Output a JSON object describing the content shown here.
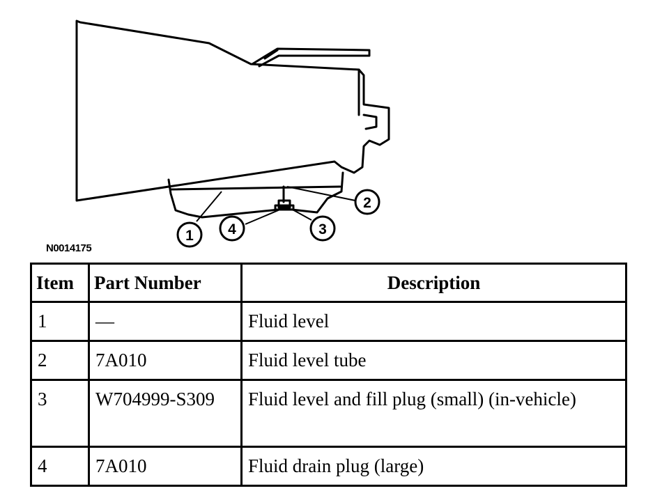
{
  "diagram": {
    "figure_id": "N0014175",
    "callouts": [
      "1",
      "2",
      "3",
      "4"
    ]
  },
  "table": {
    "headers": [
      "Item",
      "Part Number",
      "Description"
    ],
    "rows": [
      {
        "item": "1",
        "part": "—",
        "desc": "Fluid level"
      },
      {
        "item": "2",
        "part": "7A010",
        "desc": "Fluid level tube"
      },
      {
        "item": "3",
        "part": "W704999-S309",
        "desc": "Fluid level and fill plug (small) (in-vehicle)"
      },
      {
        "item": "4",
        "part": "7A010",
        "desc": "Fluid drain plug (large)"
      }
    ]
  }
}
